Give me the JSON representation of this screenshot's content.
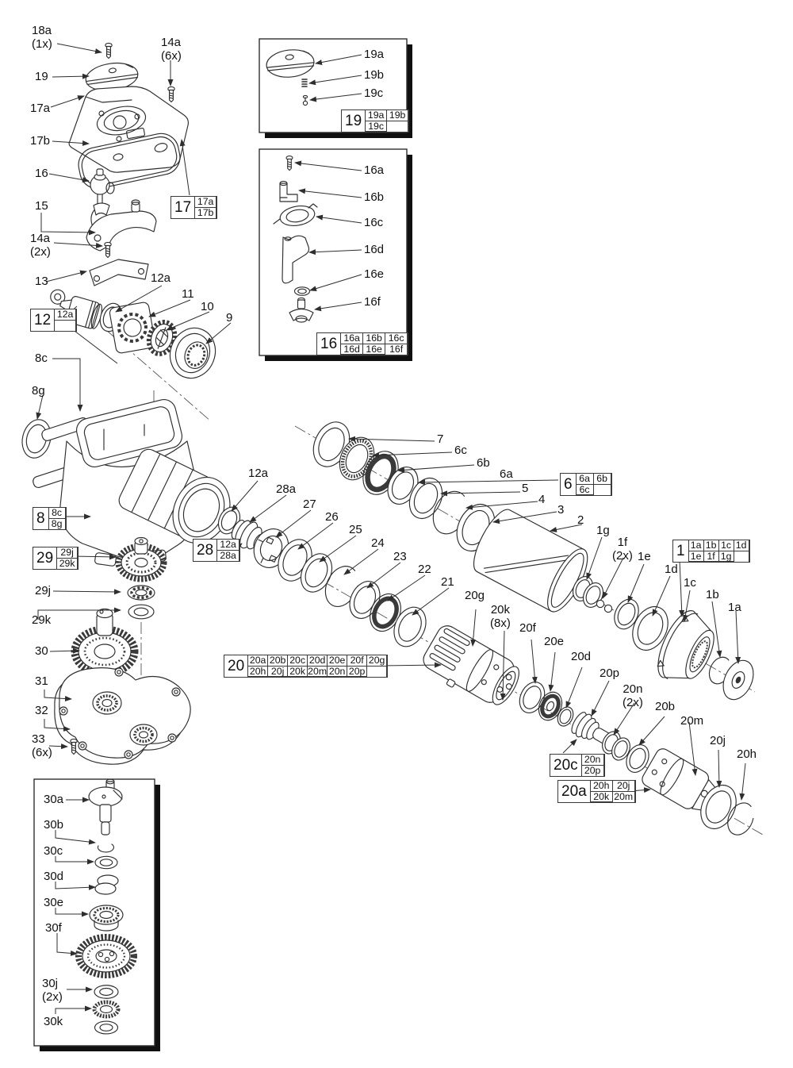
{
  "colors": {
    "line": "#2e2e2e",
    "dark_part": "#3a3a3a",
    "inset_shadow": "#101010",
    "background": "#ffffff"
  },
  "labels": {
    "p18a": "18a\n(1x)",
    "p14a6": "14a\n(6x)",
    "p19": "19",
    "p17a": "17a",
    "p17b": "17b",
    "p16": "16",
    "p15": "15",
    "p14a2": "14a\n(2x)",
    "p13": "13",
    "p12a_t": "12a",
    "p11": "11",
    "p10": "10",
    "p9": "9",
    "p8c": "8c",
    "p8g": "8g",
    "p29j": "29j",
    "p29k": "29k",
    "p30": "30",
    "p31": "31",
    "p32": "32",
    "p33": "33\n(6x)",
    "p7": "7",
    "p6c": "6c",
    "p6b": "6b",
    "p6a": "6a",
    "p5": "5",
    "p4": "4",
    "p3": "3",
    "p2": "2",
    "p1g": "1g",
    "p1f": "1f\n(2x)",
    "p1e": "1e",
    "p1d": "1d",
    "p1c": "1c",
    "p1b": "1b",
    "p1a": "1a",
    "p12a_m": "12a",
    "p28a": "28a",
    "p27": "27",
    "p26": "26",
    "p25": "25",
    "p24": "24",
    "p23": "23",
    "p22": "22",
    "p21": "21",
    "p20g": "20g",
    "p20k": "20k\n(8x)",
    "p20f": "20f",
    "p20e": "20e",
    "p20d": "20d",
    "p20p": "20p",
    "p20n": "20n\n(2x)",
    "p20b": "20b",
    "p20m": "20m",
    "p20j": "20j",
    "p20h": "20h",
    "i19a": "19a",
    "i19b": "19b",
    "i19c": "19c",
    "i16a": "16a",
    "i16b": "16b",
    "i16c": "16c",
    "i16d": "16d",
    "i16e": "16e",
    "i16f": "16f",
    "i30a": "30a",
    "i30b": "30b",
    "i30c": "30c",
    "i30d": "30d",
    "i30e": "30e",
    "i30f": "30f",
    "i30j": "30j\n(2x)",
    "i30k": "30k"
  },
  "boxes": {
    "b17": {
      "num": "17",
      "cells": [
        [
          "17a"
        ],
        [
          "17b"
        ]
      ]
    },
    "b19": {
      "num": "19",
      "cells": [
        [
          "19a",
          "19b"
        ],
        [
          "19c",
          ""
        ]
      ]
    },
    "b16": {
      "num": "16",
      "cells": [
        [
          "16a",
          "16b",
          "16c"
        ],
        [
          "16d",
          "16e",
          "16f"
        ]
      ]
    },
    "b12": {
      "num": "12",
      "cells": [
        [
          "12a"
        ],
        [
          ""
        ]
      ]
    },
    "b8": {
      "num": "8",
      "cells": [
        [
          "8c"
        ],
        [
          "8g"
        ]
      ]
    },
    "b29": {
      "num": "29",
      "cells": [
        [
          "29j"
        ],
        [
          "29k"
        ]
      ]
    },
    "b28": {
      "num": "28",
      "cells": [
        [
          "12a"
        ],
        [
          "28a"
        ]
      ]
    },
    "b6": {
      "num": "6",
      "cells": [
        [
          "6a",
          "6b"
        ],
        [
          "6c",
          ""
        ]
      ]
    },
    "b1": {
      "num": "1",
      "cells": [
        [
          "1a",
          "1b",
          "1c",
          "1d"
        ],
        [
          "1e",
          "1f",
          "1g",
          ""
        ]
      ]
    },
    "b20": {
      "num": "20",
      "cells": [
        [
          "20a",
          "20b",
          "20c",
          "20d",
          "20e",
          "20f",
          "20g"
        ],
        [
          "20h",
          "20j",
          "20k",
          "20m",
          "20n",
          "20p",
          ""
        ]
      ]
    },
    "b20c": {
      "num": "20c",
      "cells": [
        [
          "20n"
        ],
        [
          "20p"
        ]
      ]
    },
    "b20a": {
      "num": "20a",
      "cells": [
        [
          "20h",
          "20j"
        ],
        [
          "20k",
          "20m"
        ]
      ]
    }
  }
}
